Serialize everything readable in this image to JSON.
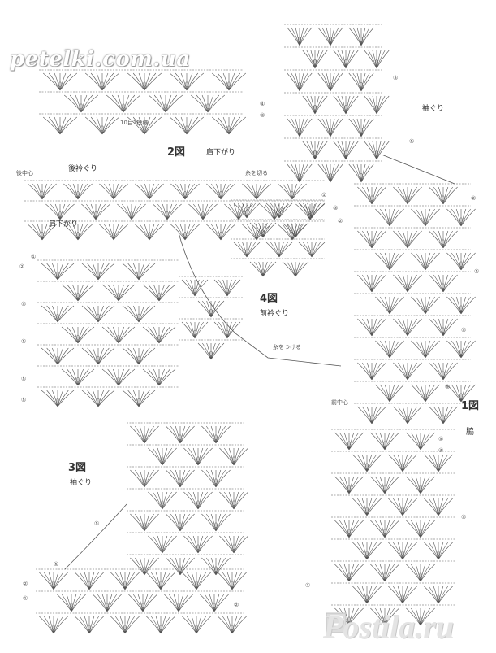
{
  "watermark_top": "petelki.com.ua",
  "watermark_bottom": "Postila.ru",
  "labels": {
    "repeat": "10目1模様",
    "fig2": "2図",
    "shoulder_top": "肩下がり",
    "back_neck": "後衿ぐり",
    "back_center": "後中心",
    "join_mark": "糸を切る",
    "shoulder_left": "肩下がり",
    "fig4": "4図",
    "front_neck": "前衿ぐり",
    "attach_yarn": "糸をつける",
    "front_center": "前中心",
    "armhole_right": "袖ぐり",
    "fig1": "1図",
    "side": "脇",
    "fig3": "3図",
    "armhole_left": "袖ぐり"
  },
  "row_markers": [
    "①",
    "②",
    "③",
    "④",
    "⑤",
    "⑥",
    "⑦",
    "⑧"
  ],
  "colors": {
    "ink": "#555555",
    "paper": "#ffffff"
  }
}
